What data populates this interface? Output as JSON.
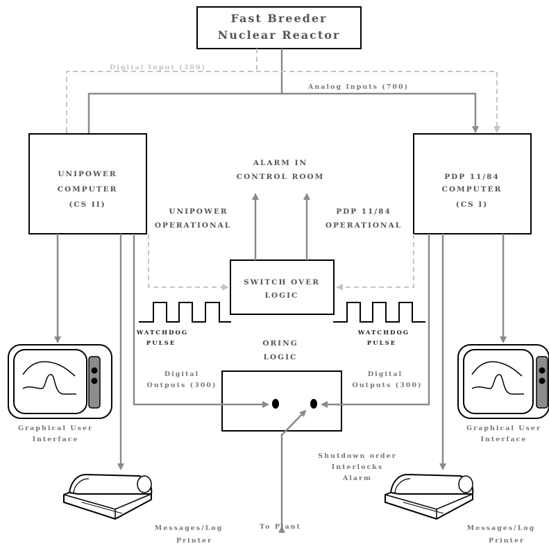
{
  "reactor": {
    "line1": "Fast Breeder",
    "line2": "Nuclear Reactor"
  },
  "flows": {
    "digital_input": "Digital Input (300)",
    "analog_inputs": "Analog Inputs (700)"
  },
  "unipower": {
    "line1": "UNIPOWER",
    "line2": "COMPUTER",
    "line3": "(CS II)"
  },
  "pdp": {
    "line1": "PDP 11/84",
    "line2": "COMPUTER",
    "line3": "(CS I)"
  },
  "alarm": {
    "line1": "ALARM IN",
    "line2": "CONTROL ROOM"
  },
  "unipower_operational": {
    "line1": "UNIPOWER",
    "line2": "OPERATIONAL"
  },
  "pdp_operational": {
    "line1": "PDP 11/84",
    "line2": "OPERATIONAL"
  },
  "switch_over": {
    "line1": "SWITCH OVER",
    "line2": "LOGIC"
  },
  "watchdog_left": {
    "line1": "WATCHDOG",
    "line2": "PULSE"
  },
  "watchdog_right": {
    "line1": "WATCHDOG",
    "line2": "PULSE"
  },
  "oring": {
    "line1": "ORING",
    "line2": "LOGIC"
  },
  "digital_outputs_left": {
    "line1": "Digital",
    "line2": "Outputs (300)"
  },
  "digital_outputs_right": {
    "line1": "Digital",
    "line2": "Outputs (300)"
  },
  "gui_left": {
    "line1": "Graphical User",
    "line2": "Interface"
  },
  "gui_right": {
    "line1": "Graphical User",
    "line2": "Interface"
  },
  "shutdown": {
    "line1": "Shutdown order",
    "line2": "Interlocks",
    "line3": "Alarm"
  },
  "to_plant": "To Plant",
  "printer_left": {
    "line1": "Messages/Log",
    "line2": "Printer"
  },
  "printer_right": {
    "line1": "Messages/Log",
    "line2": "Printer"
  },
  "colors": {
    "solid_line": "#8a8a8a",
    "dashed_line": "#c4c4c4",
    "label": "#555555",
    "box_border": "#000000"
  }
}
